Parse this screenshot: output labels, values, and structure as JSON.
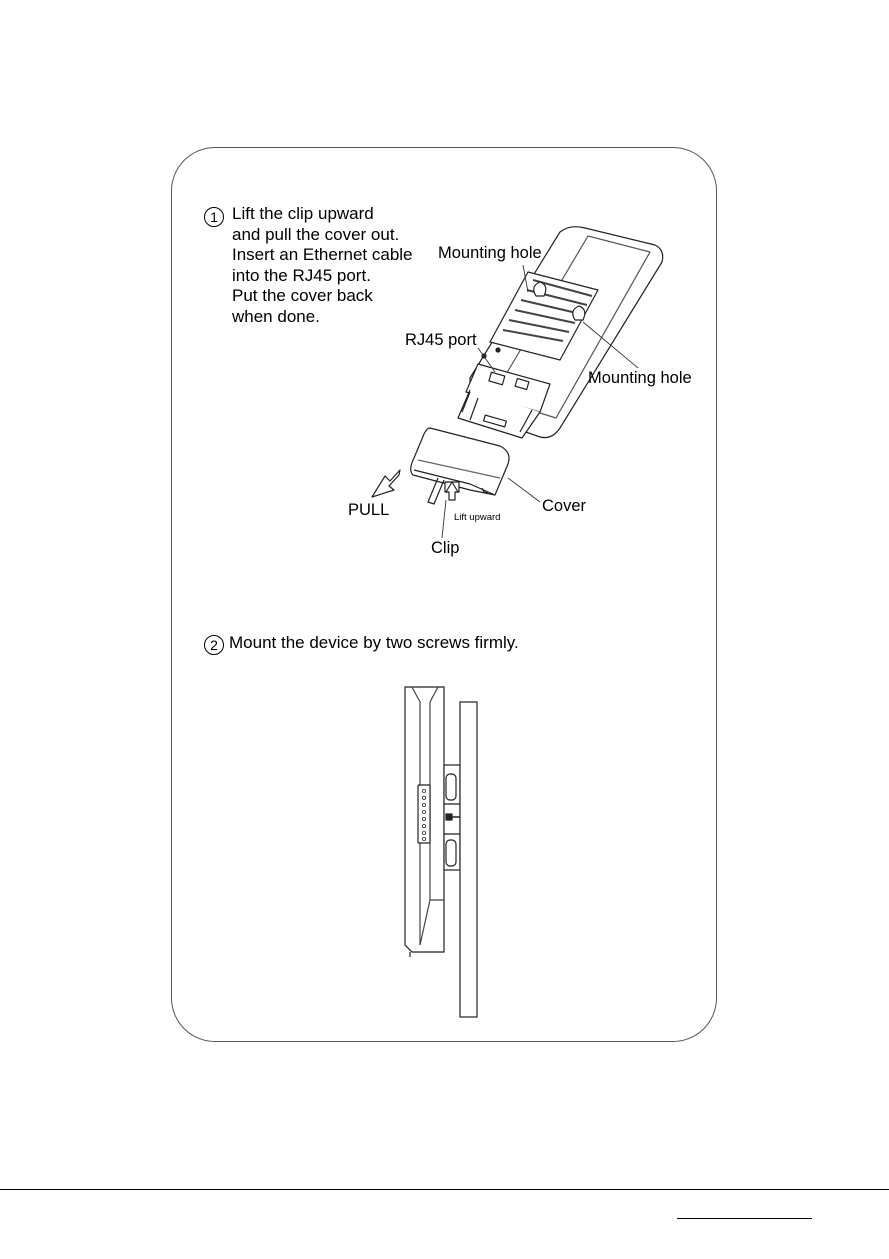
{
  "step1": {
    "number": "1",
    "lines": [
      "Lift the clip upward",
      "and pull the cover out.",
      "Insert an Ethernet cable",
      "into the RJ45 port.",
      "Put the cover back",
      "when done."
    ]
  },
  "step2": {
    "number": "2",
    "text": "Mount the device by two screws firmly."
  },
  "labels": {
    "mounting_hole_top": "Mounting hole",
    "mounting_hole_right": "Mounting hole",
    "rj45_port": "RJ45 port",
    "cover": "Cover",
    "pull": "PULL",
    "lift_upward": "Lift upward",
    "clip": "Clip"
  }
}
